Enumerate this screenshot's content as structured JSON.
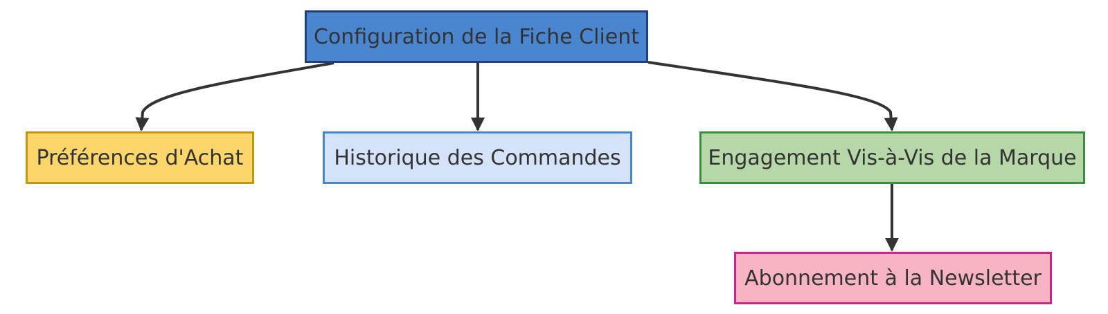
{
  "diagram": {
    "nodes": [
      {
        "id": "root",
        "label": "Configuration de la Fiche Client",
        "fill": "#4a86d0",
        "stroke": "#1f3d80"
      },
      {
        "id": "pref",
        "label": "Préférences d'Achat",
        "fill": "#fcd66a",
        "stroke": "#c4950e"
      },
      {
        "id": "hist",
        "label": "Historique des Commandes",
        "fill": "#d4e3fa",
        "stroke": "#4a86c5"
      },
      {
        "id": "eng",
        "label": "Engagement Vis-à-Vis de la Marque",
        "fill": "#b6d7a8",
        "stroke": "#3a8f3a"
      },
      {
        "id": "news",
        "label": "Abonnement à la Newsletter",
        "fill": "#f9b4c4",
        "stroke": "#c9248a"
      }
    ],
    "edges": [
      {
        "from": "root",
        "to": "pref"
      },
      {
        "from": "root",
        "to": "hist"
      },
      {
        "from": "root",
        "to": "eng"
      },
      {
        "from": "eng",
        "to": "news"
      }
    ],
    "edge_color": "#333333"
  }
}
